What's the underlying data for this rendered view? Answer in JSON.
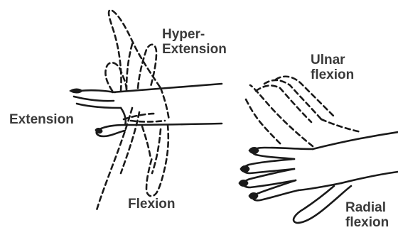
{
  "labels": {
    "hyper_extension_line1": "Hyper-",
    "hyper_extension_line2": "Extension",
    "extension": "Extension",
    "flexion": "Flexion",
    "ulnar_line1": "Ulnar",
    "ulnar_line2": "flexion",
    "radial_line1": "Radial",
    "radial_line2": "flexion"
  }
}
